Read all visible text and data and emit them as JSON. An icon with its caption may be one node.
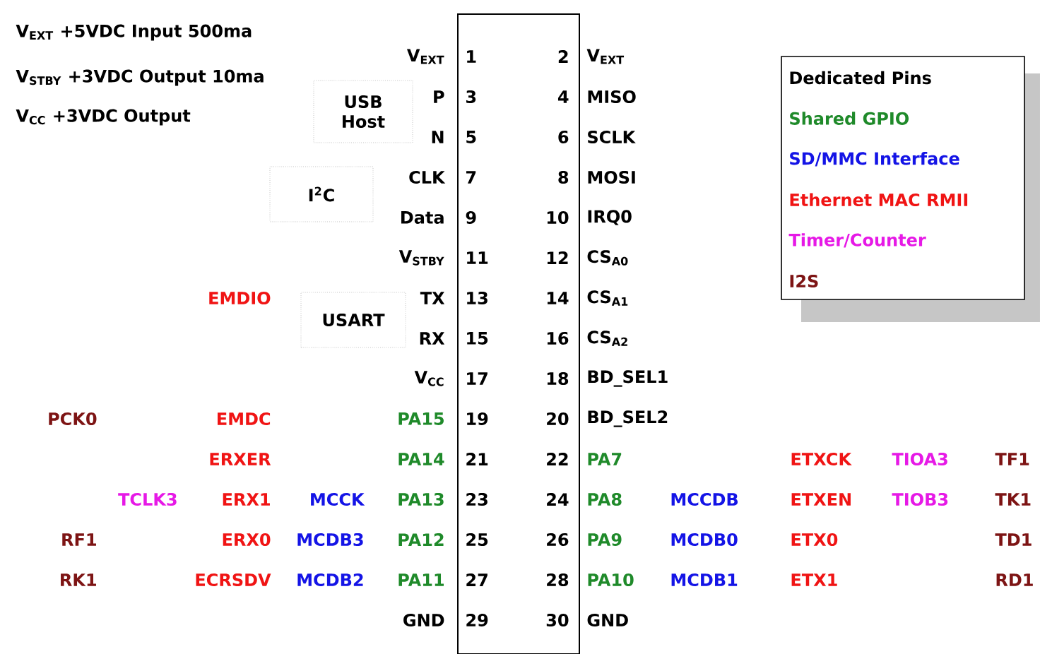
{
  "diagram": {
    "nodes": [
      {
        "text": [],
        "shape": "box"
      },
      {
        "text": [
          "USB Host"
        ]
      },
      {
        "text": [
          "I$^{2}$C"
        ]
      },
      {
        "text": [
          "USART"
        ]
      }
    ],
    "labels": [
      "V$_{EXT}$ +5VDC Input 500ma",
      "V$_{STBY}$ +3VDC Output 10ma",
      "V$_{CC}$ +3VDC Output",
      "V$_{EXT}$",
      "1",
      "2",
      "V$_{EXT}$",
      "P",
      "3",
      "4",
      "MISO",
      "N",
      "5",
      "6",
      "SCLK",
      "CLK",
      "7",
      "8",
      "MOSI",
      "Data",
      "9",
      "10",
      "IRQ0",
      "V$_{STBY}$",
      "11",
      "12",
      "CS$_{A0}$",
      "EMDIO",
      "TX",
      "13",
      "14",
      "CS$_{A1}$",
      "RX",
      "15",
      "16",
      "CS$_{A2}$",
      "V$_{CC}$",
      "17",
      "18",
      "BD_SEL1",
      "PCK0",
      "EMDC",
      "PA15",
      "19",
      "20",
      "BD_SEL2",
      "ERXER",
      "PA14",
      "21",
      "22",
      "PA7",
      "ETXCK",
      "TIOA3",
      "TF1",
      "TCLK3",
      "ERX1",
      "MCCK",
      "PA13",
      "23",
      "24",
      "PA8",
      "MCCDB",
      "ETXEN",
      "TIOB3",
      "TK1",
      "RF1",
      "ERX0",
      "MCDB3",
      "PA12",
      "25",
      "26",
      "PA9",
      "MCDB0",
      "ETX0",
      "TD1",
      "RK1",
      "ECRSDV",
      "MCDB2",
      "PA11",
      "27",
      "28",
      "PA10",
      "MCDB1",
      "ETX1",
      "RD1",
      "GND",
      "29",
      "30",
      "GND"
    ],
    "legend": [
      {
        "text": "Dedicated Pins",
        "color": "#000000"
      },
      {
        "text": "Shared GPIO",
        "color": "#1f8a2a"
      },
      {
        "text": "SD/MMC Interface",
        "color": "#1414e6"
      },
      {
        "text": "Ethernet MAC RMII",
        "color": "#f01414"
      },
      {
        "text": "Timer/Counter",
        "color": "#e619e6"
      },
      {
        "text": "I2S",
        "color": "#7d1414"
      }
    ]
  }
}
